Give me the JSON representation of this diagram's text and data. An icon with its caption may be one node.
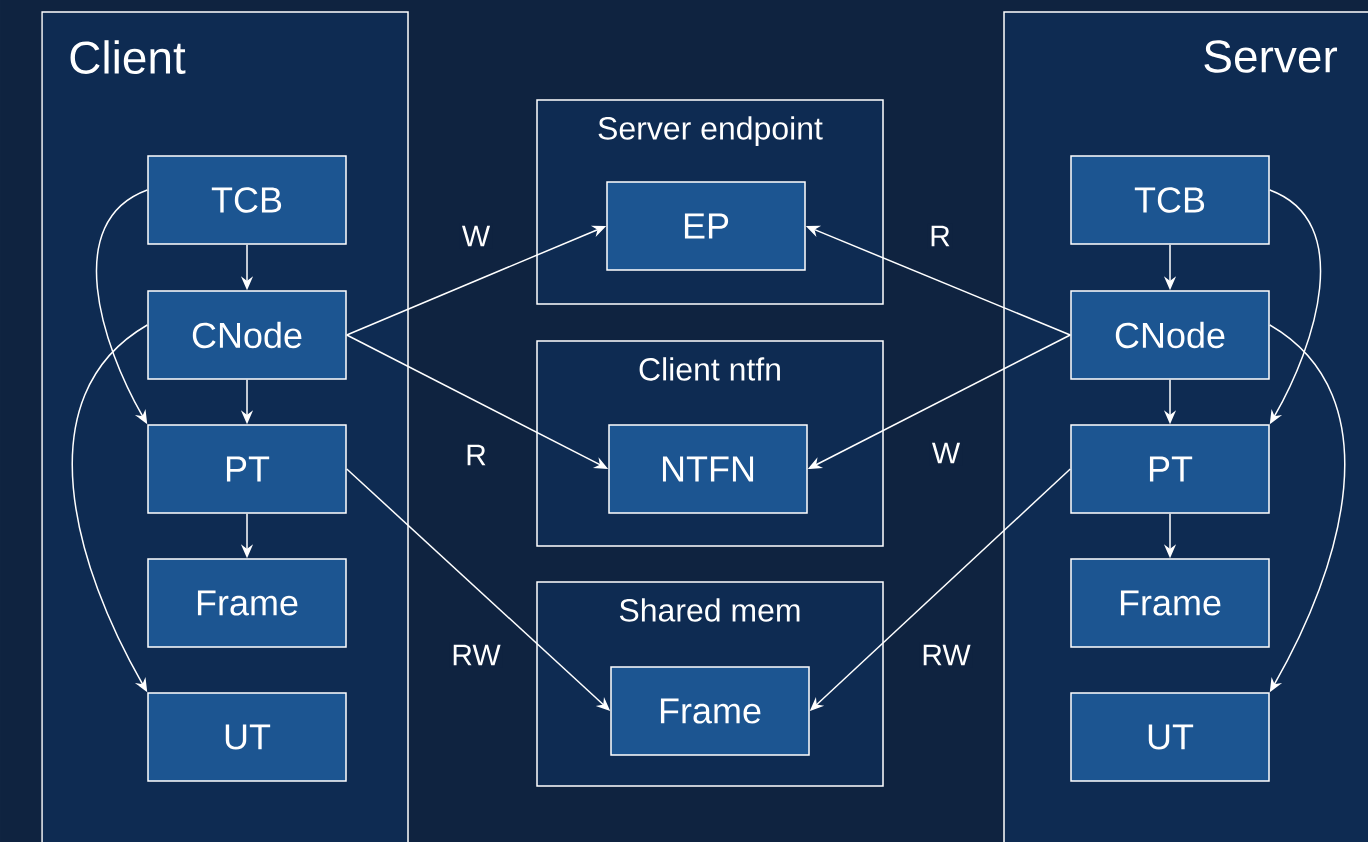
{
  "diagram": {
    "nodes": [
      {
        "text": [
          "Client"
        ]
      },
      {
        "text": [
          "TCB"
        ],
        "in": 0
      },
      {
        "text": [
          "CNode"
        ],
        "in": 0
      },
      {
        "text": [
          "PT"
        ],
        "in": 0
      },
      {
        "text": [
          "Frame"
        ],
        "in": 0
      },
      {
        "text": [
          "UT"
        ],
        "in": 0
      },
      {
        "text": [
          "Server endpoint"
        ]
      },
      {
        "text": [
          "EP"
        ],
        "in": 6
      },
      {
        "text": [
          "Client ntfn"
        ]
      },
      {
        "text": [
          "NTFN"
        ],
        "in": 8
      },
      {
        "text": [
          "Shared mem"
        ]
      },
      {
        "text": [
          "Frame"
        ],
        "in": 10
      },
      {
        "text": [
          "Server"
        ]
      },
      {
        "text": [
          "TCB"
        ],
        "in": 12
      },
      {
        "text": [
          "CNode"
        ],
        "in": 12
      },
      {
        "text": [
          "PT"
        ],
        "in": 12
      },
      {
        "text": [
          "Frame"
        ],
        "in": 12
      },
      {
        "text": [
          "UT"
        ],
        "in": 12
      }
    ],
    "edges": [
      {
        "from": 1,
        "to": 2,
        "arrow": "to"
      },
      {
        "from": 2,
        "to": 3,
        "arrow": "to"
      },
      {
        "from": 3,
        "to": 4,
        "arrow": "to"
      },
      {
        "from": 1,
        "to": 3,
        "arrow": "to"
      },
      {
        "from": 2,
        "to": 5,
        "arrow": "to"
      },
      {
        "from": 2,
        "to": 7,
        "arrow": "to",
        "label": "W"
      },
      {
        "from": 2,
        "to": 9,
        "arrow": "to",
        "label": "R"
      },
      {
        "from": 3,
        "to": 11,
        "arrow": "to",
        "label": "RW"
      },
      {
        "from": 14,
        "to": 7,
        "arrow": "to",
        "label": "R"
      },
      {
        "from": 14,
        "to": 9,
        "arrow": "to",
        "label": "W"
      },
      {
        "from": 15,
        "to": 11,
        "arrow": "to",
        "label": "RW"
      },
      {
        "from": 13,
        "to": 14,
        "arrow": "to"
      },
      {
        "from": 14,
        "to": 15,
        "arrow": "to"
      },
      {
        "from": 15,
        "to": 16,
        "arrow": "to"
      },
      {
        "from": 13,
        "to": 15,
        "arrow": "to"
      },
      {
        "from": 14,
        "to": 17,
        "arrow": "to"
      }
    ]
  }
}
